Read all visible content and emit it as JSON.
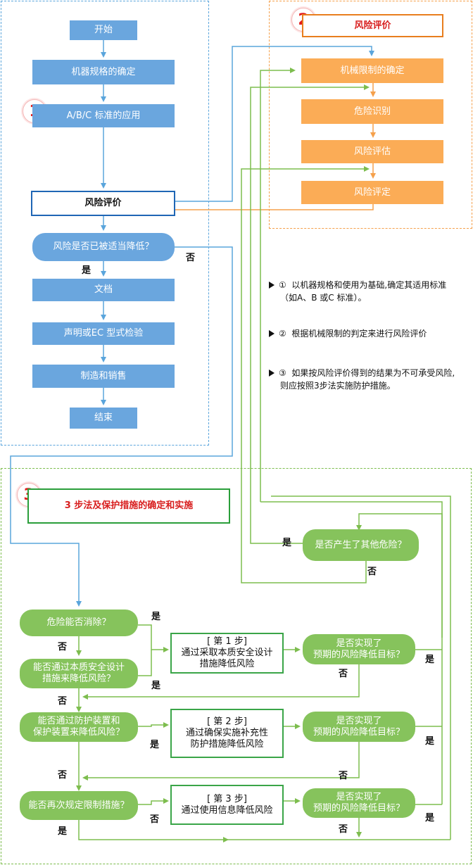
{
  "section1": {
    "badge": "1",
    "start": "开始",
    "spec": "机器规格的确定",
    "standards": "A/B/C 标准的应用",
    "risk_eval": "风险评价",
    "risk_reduced_q": "风险是否已被适当降低？",
    "no_label": "否",
    "yes_label": "是",
    "doc": "文档",
    "declaration": "声明或EC 型式检验",
    "manufacture": "制造和销售",
    "end": "结束"
  },
  "section2": {
    "badge": "2",
    "title": "风险评价",
    "limits": "机械限制的确定",
    "hazard_id": "危险识别",
    "risk_estimate": "风险评估",
    "risk_determine": "风险评定"
  },
  "notes": [
    {
      "marker": "①",
      "lines": [
        "以机器规格和使用为基础,确定其适用标准",
        "（如A、B 或C 标准）。"
      ]
    },
    {
      "marker": "②",
      "lines": [
        "根据机械限制的判定来进行风险评价"
      ]
    },
    {
      "marker": "③",
      "lines": [
        "如果按风险评价得到的结果为不可承受风险,",
        "则应按照3步法实施防护措施。"
      ]
    }
  ],
  "section3": {
    "badge": "3",
    "title": "3 步法及保护措施的确定和实施",
    "other_hazard_q": "是否产生了其他危险？",
    "eliminate_q": "危险能否消除？",
    "inherent_q": [
      "能否通过本质安全设计",
      "措施来降低风险？"
    ],
    "guard_q": [
      "能否通过防护装置和",
      "保护装置来降低风险？"
    ],
    "restrict_q": "能否再次规定限制措施？",
    "step1": {
      "title": "[ 第 1 步]",
      "lines": [
        "通过采取本质安全设计",
        "措施降低风险"
      ]
    },
    "step2": {
      "title": "[ 第 2 步]",
      "lines": [
        "通过确保实施补充性",
        "防护措施降低风险"
      ]
    },
    "step3": {
      "title": "[ 第 3 步]",
      "lines": [
        "通过使用信息降低风险"
      ]
    },
    "achieved_q": [
      "是否实现了",
      "预期的风险降低目标？"
    ],
    "yes": "是",
    "no": "否"
  }
}
